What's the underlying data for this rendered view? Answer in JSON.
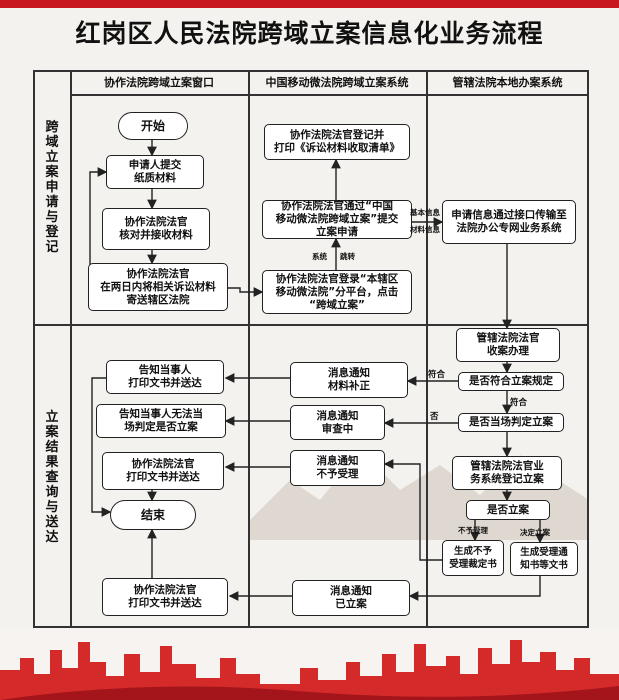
{
  "title": "红岗区人民法院跨域立案信息化业务流程",
  "columns": [
    "协作法院跨域立案窗口",
    "中国移动微法院跨域立案系统",
    "管辖法院本地办案系统"
  ],
  "stages": [
    "跨域立案申请与登记",
    "立案结果查询与送达"
  ],
  "nodes": {
    "start": "开始",
    "apply": "申请人提交\n纸质材料",
    "verify": "协作法院法官\n核对并接收材料",
    "mail": "协作法院法官\n在两日内将相关诉讼材料\n寄送辖区法院",
    "register_print": "协作法院法官登记并\n打印《诉讼材料收取清单》",
    "submit": "协作法院法官通过“中国\n移动微法院跨域立案”提交\n立案申请",
    "login": "协作法院法官登录“本辖区\n移动微法院”分平台，点击\n“跨域立案”",
    "transfer": "申请信息通过接口传输至\n法院办公专网业务系统",
    "receive": "管辖法院法官\n收案办理",
    "check_rules": "是否符合立案规定",
    "check_decide": "是否当场判定立案",
    "court_register": "管辖法院法官业\n务系统登记立案",
    "check_file": "是否立案",
    "gen_reject": "生成不予\n受理裁定书",
    "gen_accept": "生成受理通\n知书等文书",
    "msg_supplement": "消息通知\n材料补正",
    "msg_reviewing": "消息通知\n审查中",
    "msg_reject": "消息通知\n不予受理",
    "msg_filed": "消息通知\n已立案",
    "notify_print": "告知当事人\n打印文书并送达",
    "notify_cannot": "告知当事人无法当\n场判定是否立案",
    "print_send_1": "协作法院法官\n打印文书并送达",
    "end": "结束",
    "print_send_2": "协作法院法官\n打印文书并送达"
  },
  "edge_labels": {
    "basic_info": "基本信息",
    "materials_info": "材料信息",
    "system": "系统",
    "jump": "跳转",
    "comply_1": "符合",
    "comply_2": "符合",
    "no": "否",
    "reject": "不予受理",
    "decide": "决定立案"
  }
}
